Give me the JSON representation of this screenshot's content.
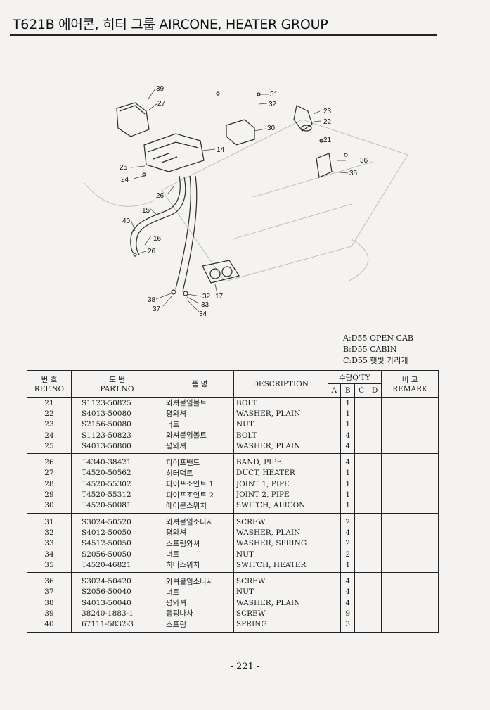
{
  "header": {
    "title": "T621B 에어콘, 히터 그룹 AIRCONE, HEATER GROUP"
  },
  "diagram": {
    "callouts": [
      "39",
      "27",
      "31",
      "32",
      "23",
      "22",
      "21",
      "30",
      "14",
      "36",
      "35",
      "25",
      "24",
      "26",
      "15",
      "40",
      "16",
      "26",
      "38",
      "37",
      "32",
      "17",
      "33",
      "34"
    ]
  },
  "variants": [
    "A:D55 OPEN CAB",
    "B:D55 CABIN",
    "C:D55 햇빛 가리개"
  ],
  "table": {
    "headers": {
      "ref_kor": "번 호",
      "ref_eng": "REF.NO",
      "part_kor": "도 번",
      "part_eng": "PART.NO",
      "kname": "품 명",
      "desc": "DESCRIPTION",
      "qty": "수량Q'TY",
      "qa": "A",
      "qb": "B",
      "qc": "C",
      "qd": "D",
      "remark_kor": "비 고",
      "remark_eng": "REMARK"
    },
    "groups": [
      {
        "rows": [
          {
            "ref": "21",
            "part": "S1123-50825",
            "kname": "와셔붙임볼트",
            "desc": "BOLT",
            "b": "1"
          },
          {
            "ref": "22",
            "part": "S4013-50080",
            "kname": "평와셔",
            "desc": "WASHER, PLAIN",
            "b": "1"
          },
          {
            "ref": "23",
            "part": "S2156-50080",
            "kname": "너트",
            "desc": "NUT",
            "b": "1"
          },
          {
            "ref": "24",
            "part": "S1123-50823",
            "kname": "와셔붙임볼트",
            "desc": "BOLT",
            "b": "4"
          },
          {
            "ref": "25",
            "part": "S4013-50800",
            "kname": "평와셔",
            "desc": "WASHER, PLAIN",
            "b": "4"
          }
        ]
      },
      {
        "rows": [
          {
            "ref": "26",
            "part": "T4340-38421",
            "kname": "파이프밴드",
            "desc": "BAND, PIPE",
            "b": "4"
          },
          {
            "ref": "27",
            "part": "T4520-50562",
            "kname": "히터덕트",
            "desc": "DUCT, HEATER",
            "b": "1"
          },
          {
            "ref": "28",
            "part": "T4520-55302",
            "kname": "파이프조인트 1",
            "desc": "JOINT 1, PIPE",
            "b": "1"
          },
          {
            "ref": "29",
            "part": "T4520-55312",
            "kname": "파이프조인트 2",
            "desc": "JOINT 2, PIPE",
            "b": "1"
          },
          {
            "ref": "30",
            "part": "T4520-50081",
            "kname": "에어콘스위치",
            "desc": "SWITCH, AIRCON",
            "b": "1"
          }
        ]
      },
      {
        "rows": [
          {
            "ref": "31",
            "part": "S3024-50520",
            "kname": "와셔붙임소나사",
            "desc": "SCREW",
            "b": "2"
          },
          {
            "ref": "32",
            "part": "S4012-50050",
            "kname": "평와셔",
            "desc": "WASHER, PLAIN",
            "b": "4"
          },
          {
            "ref": "33",
            "part": "S4512-50050",
            "kname": "스프링와셔",
            "desc": "WASHER, SPRING",
            "b": "2"
          },
          {
            "ref": "34",
            "part": "S2056-50050",
            "kname": "너트",
            "desc": "NUT",
            "b": "2"
          },
          {
            "ref": "35",
            "part": "T4520-46821",
            "kname": "히터스위치",
            "desc": "SWITCH, HEATER",
            "b": "1"
          }
        ]
      },
      {
        "rows": [
          {
            "ref": "36",
            "part": "S3024-50420",
            "kname": "와셔붙임소나사",
            "desc": "SCREW",
            "b": "4"
          },
          {
            "ref": "37",
            "part": "S2056-50040",
            "kname": "너트",
            "desc": "NUT",
            "b": "4"
          },
          {
            "ref": "38",
            "part": "S4013-50040",
            "kname": "평와셔",
            "desc": "WASHER, PLAIN",
            "b": "4"
          },
          {
            "ref": "39",
            "part": "38240-1883-1",
            "kname": "탭핑나사",
            "desc": "SCREW",
            "b": "9"
          },
          {
            "ref": "40",
            "part": "67111-5832-3",
            "kname": "스프링",
            "desc": "SPRING",
            "b": "3"
          }
        ]
      }
    ]
  },
  "footer": {
    "page": "- 221 -"
  }
}
